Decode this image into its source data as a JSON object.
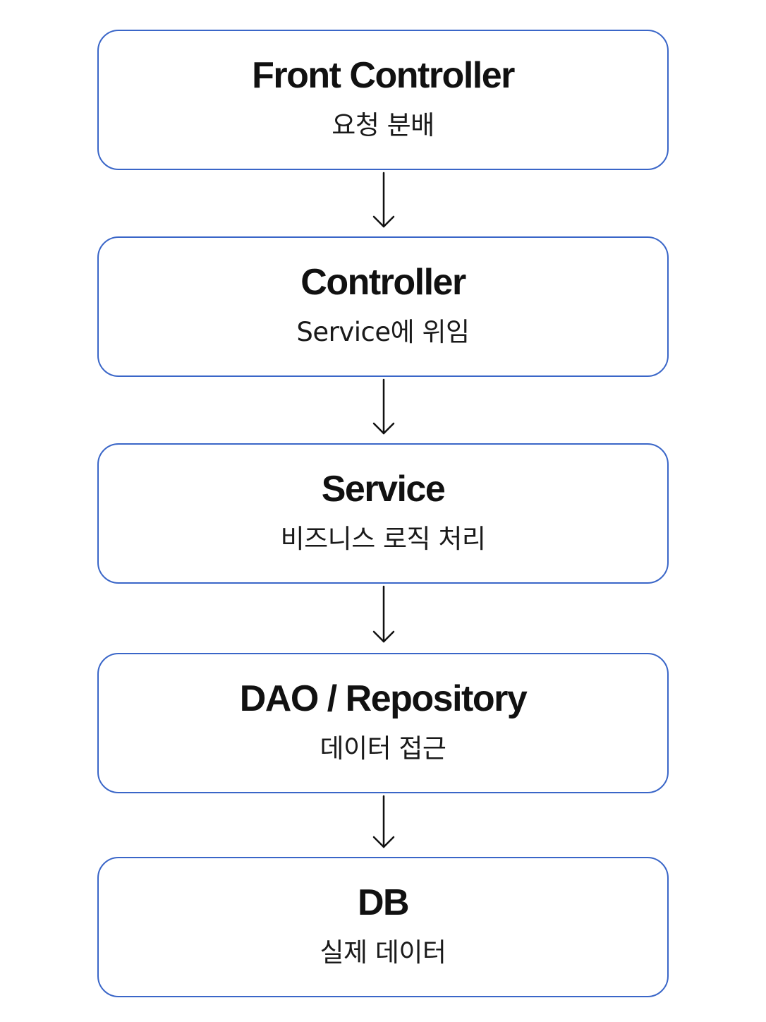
{
  "diagram": {
    "boxes": [
      {
        "title": "Front Controller",
        "subtitle": "요청 분배"
      },
      {
        "title": "Controller",
        "subtitle": "Service에 위임"
      },
      {
        "title": "Service",
        "subtitle": "비즈니스 로직 처리"
      },
      {
        "title": "DAO / Repository",
        "subtitle": "데이터 접근"
      },
      {
        "title": "DB",
        "subtitle": "실제 데이터"
      }
    ],
    "colors": {
      "box_border": "#3a66c8",
      "arrow": "#111111",
      "text": "#111111"
    }
  }
}
